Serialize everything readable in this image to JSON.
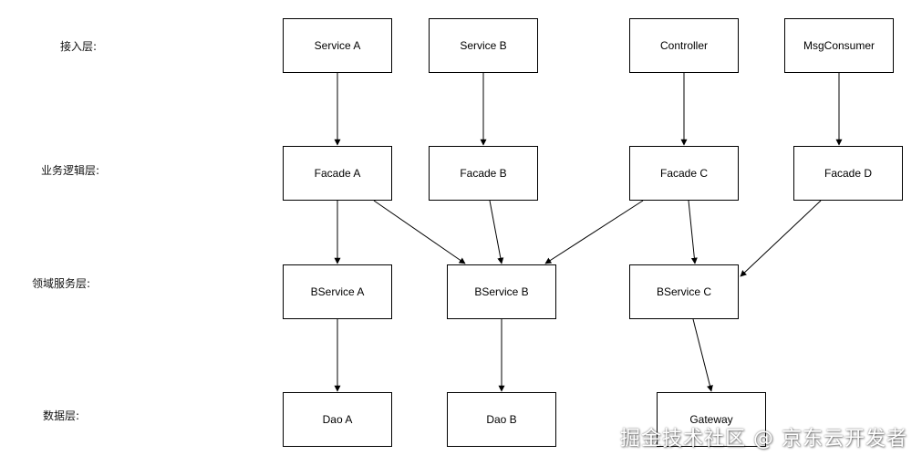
{
  "layers": {
    "access": "接入层:",
    "logic": "业务逻辑层:",
    "domain": "领域服务层:",
    "data": "数据层:"
  },
  "nodes": {
    "service_a": "Service A",
    "service_b": "Service B",
    "controller": "Controller",
    "msg_consumer": "MsgConsumer",
    "facade_a": "Facade A",
    "facade_b": "Facade B",
    "facade_c": "Facade C",
    "facade_d": "Facade D",
    "bservice_a": "BService A",
    "bservice_b": "BService B",
    "bservice_c": "BService C",
    "dao_a": "Dao A",
    "dao_b": "Dao B",
    "gateway": "Gateway"
  },
  "edges": [
    {
      "from": "service_a",
      "to": "facade_a"
    },
    {
      "from": "service_b",
      "to": "facade_b"
    },
    {
      "from": "controller",
      "to": "facade_c"
    },
    {
      "from": "msg_consumer",
      "to": "facade_d"
    },
    {
      "from": "facade_a",
      "to": "bservice_a"
    },
    {
      "from": "facade_a",
      "to": "bservice_b"
    },
    {
      "from": "facade_b",
      "to": "bservice_b"
    },
    {
      "from": "facade_c",
      "to": "bservice_b"
    },
    {
      "from": "facade_c",
      "to": "bservice_c"
    },
    {
      "from": "facade_d",
      "to": "bservice_c"
    },
    {
      "from": "bservice_a",
      "to": "dao_a"
    },
    {
      "from": "bservice_b",
      "to": "dao_b"
    },
    {
      "from": "bservice_c",
      "to": "gateway"
    }
  ],
  "watermark": "掘金技术社区 @ 京东云开发者"
}
